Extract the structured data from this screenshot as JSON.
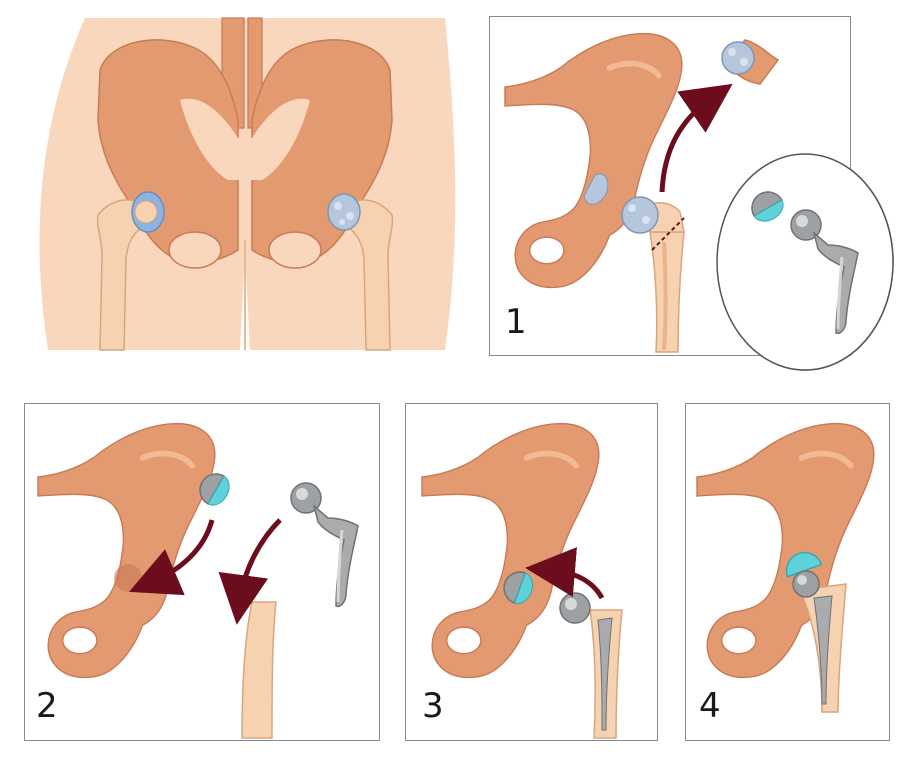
{
  "panels": [
    {
      "step": "1"
    },
    {
      "step": "2"
    },
    {
      "step": "3"
    },
    {
      "step": "4"
    }
  ],
  "colors": {
    "bone": "#e49a70",
    "bone_dark": "#c97a55",
    "skin": "#f9d7bd",
    "femur_light": "#f6d2b0",
    "cartilage_blue": "#8fb3e0",
    "arthritic": "#b6c6dc",
    "liner_cyan": "#5ed2d8",
    "metal": "#a9abad",
    "arrow": "#6b0d1d"
  },
  "icons": [
    "pelvis-overview",
    "hip-bone",
    "femur",
    "damaged-femoral-head",
    "prosthesis-cup",
    "prosthesis-stem",
    "curved-arrow"
  ]
}
